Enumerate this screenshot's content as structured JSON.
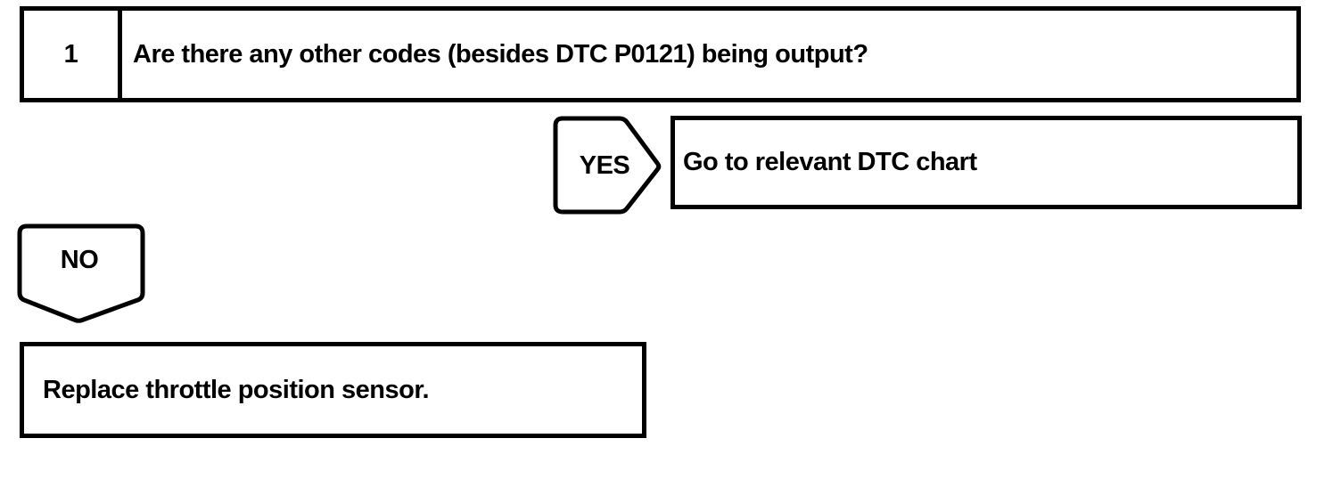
{
  "colors": {
    "ink": "#000000",
    "paper": "#ffffff"
  },
  "flow": {
    "step_number": "1",
    "question": "Are there any other codes (besides DTC P0121) being output?",
    "yes": {
      "label": "YES",
      "action": "Go to relevant DTC chart"
    },
    "no": {
      "label": "NO",
      "action": "Replace throttle position sensor."
    }
  }
}
